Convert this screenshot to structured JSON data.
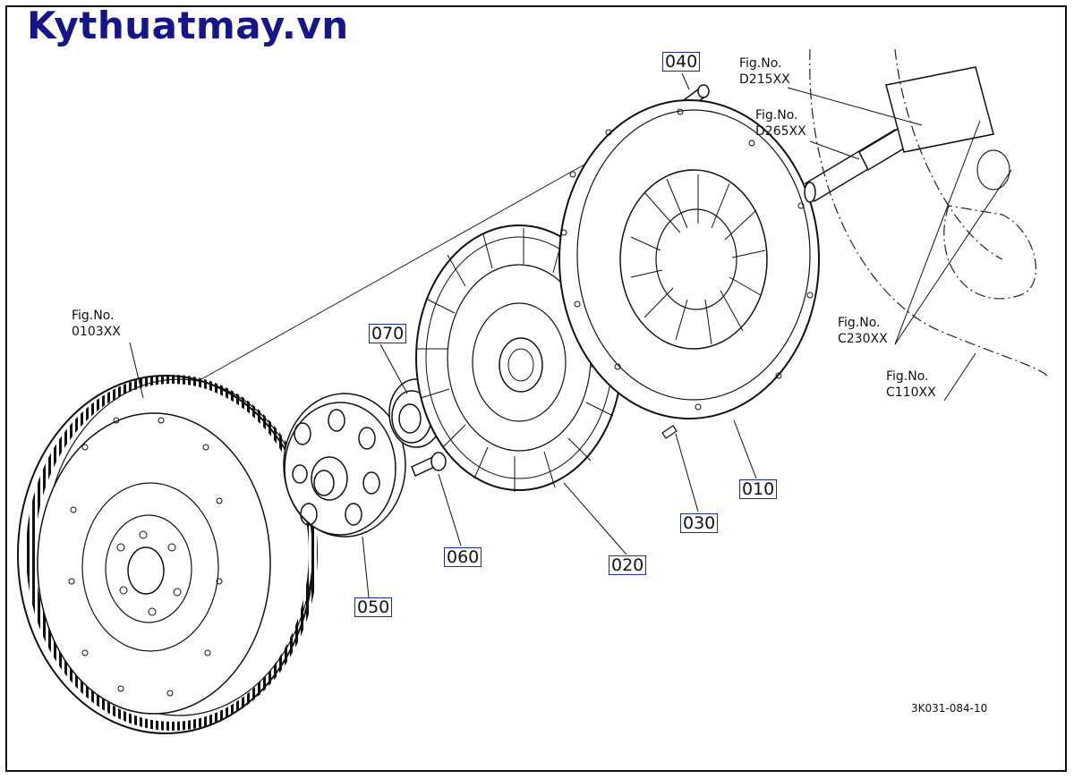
{
  "brand": "Kythuatmay.vn",
  "drawing_code": "3K031-084-10",
  "callouts": {
    "p010": "010",
    "p020": "020",
    "p030": "030",
    "p040": "040",
    "p050": "050",
    "p060": "060",
    "p070": "070"
  },
  "refs": {
    "d215": {
      "label": "Fig.No.",
      "code": "D215XX"
    },
    "d265": {
      "label": "Fig.No.",
      "code": "D265XX"
    },
    "f0103": {
      "label": "Fig.No.",
      "code": "0103XX"
    },
    "c230": {
      "label": "Fig.No.",
      "code": "C230XX"
    },
    "c110": {
      "label": "Fig.No.",
      "code": "C110XX"
    }
  }
}
